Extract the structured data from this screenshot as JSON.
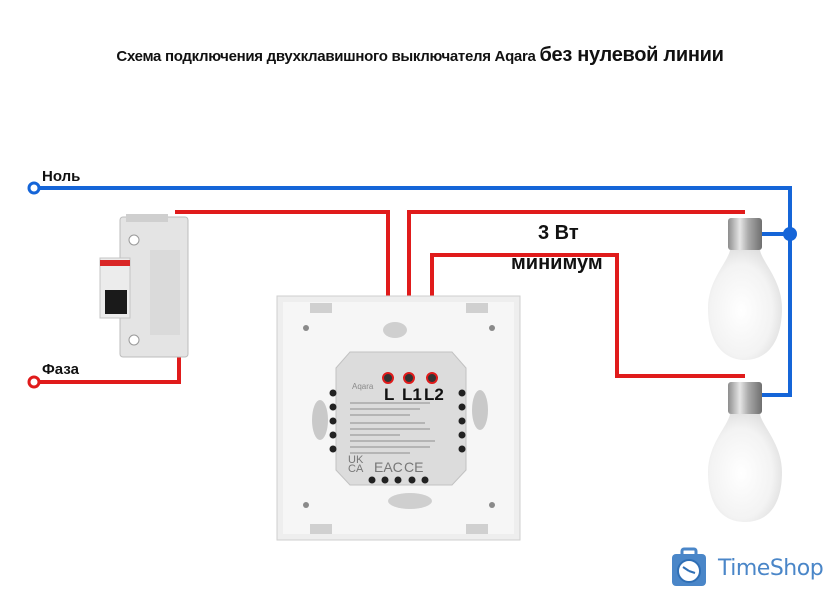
{
  "title": {
    "part1": "Схема подключения двухклавишного выключателя Aqara ",
    "part2": "без нулевой линии"
  },
  "wires": {
    "neutral_label": "Ноль",
    "phase_label": "Фаза",
    "neutral_color": "#1565d8",
    "phase_color": "#e01b1b"
  },
  "switch": {
    "brand": "Aqara",
    "terminals": [
      "L",
      "L1",
      "L2"
    ],
    "marks": [
      "UK CA",
      "EAC",
      "CE"
    ]
  },
  "note": {
    "line1": "3 Вт",
    "line2": "минимум"
  },
  "components": {
    "breaker": "circuit-breaker",
    "lamp_top": "light-bulb",
    "lamp_bottom": "light-bulb"
  },
  "logo": {
    "text": "TimeShop",
    "color": "#4a86c8"
  }
}
